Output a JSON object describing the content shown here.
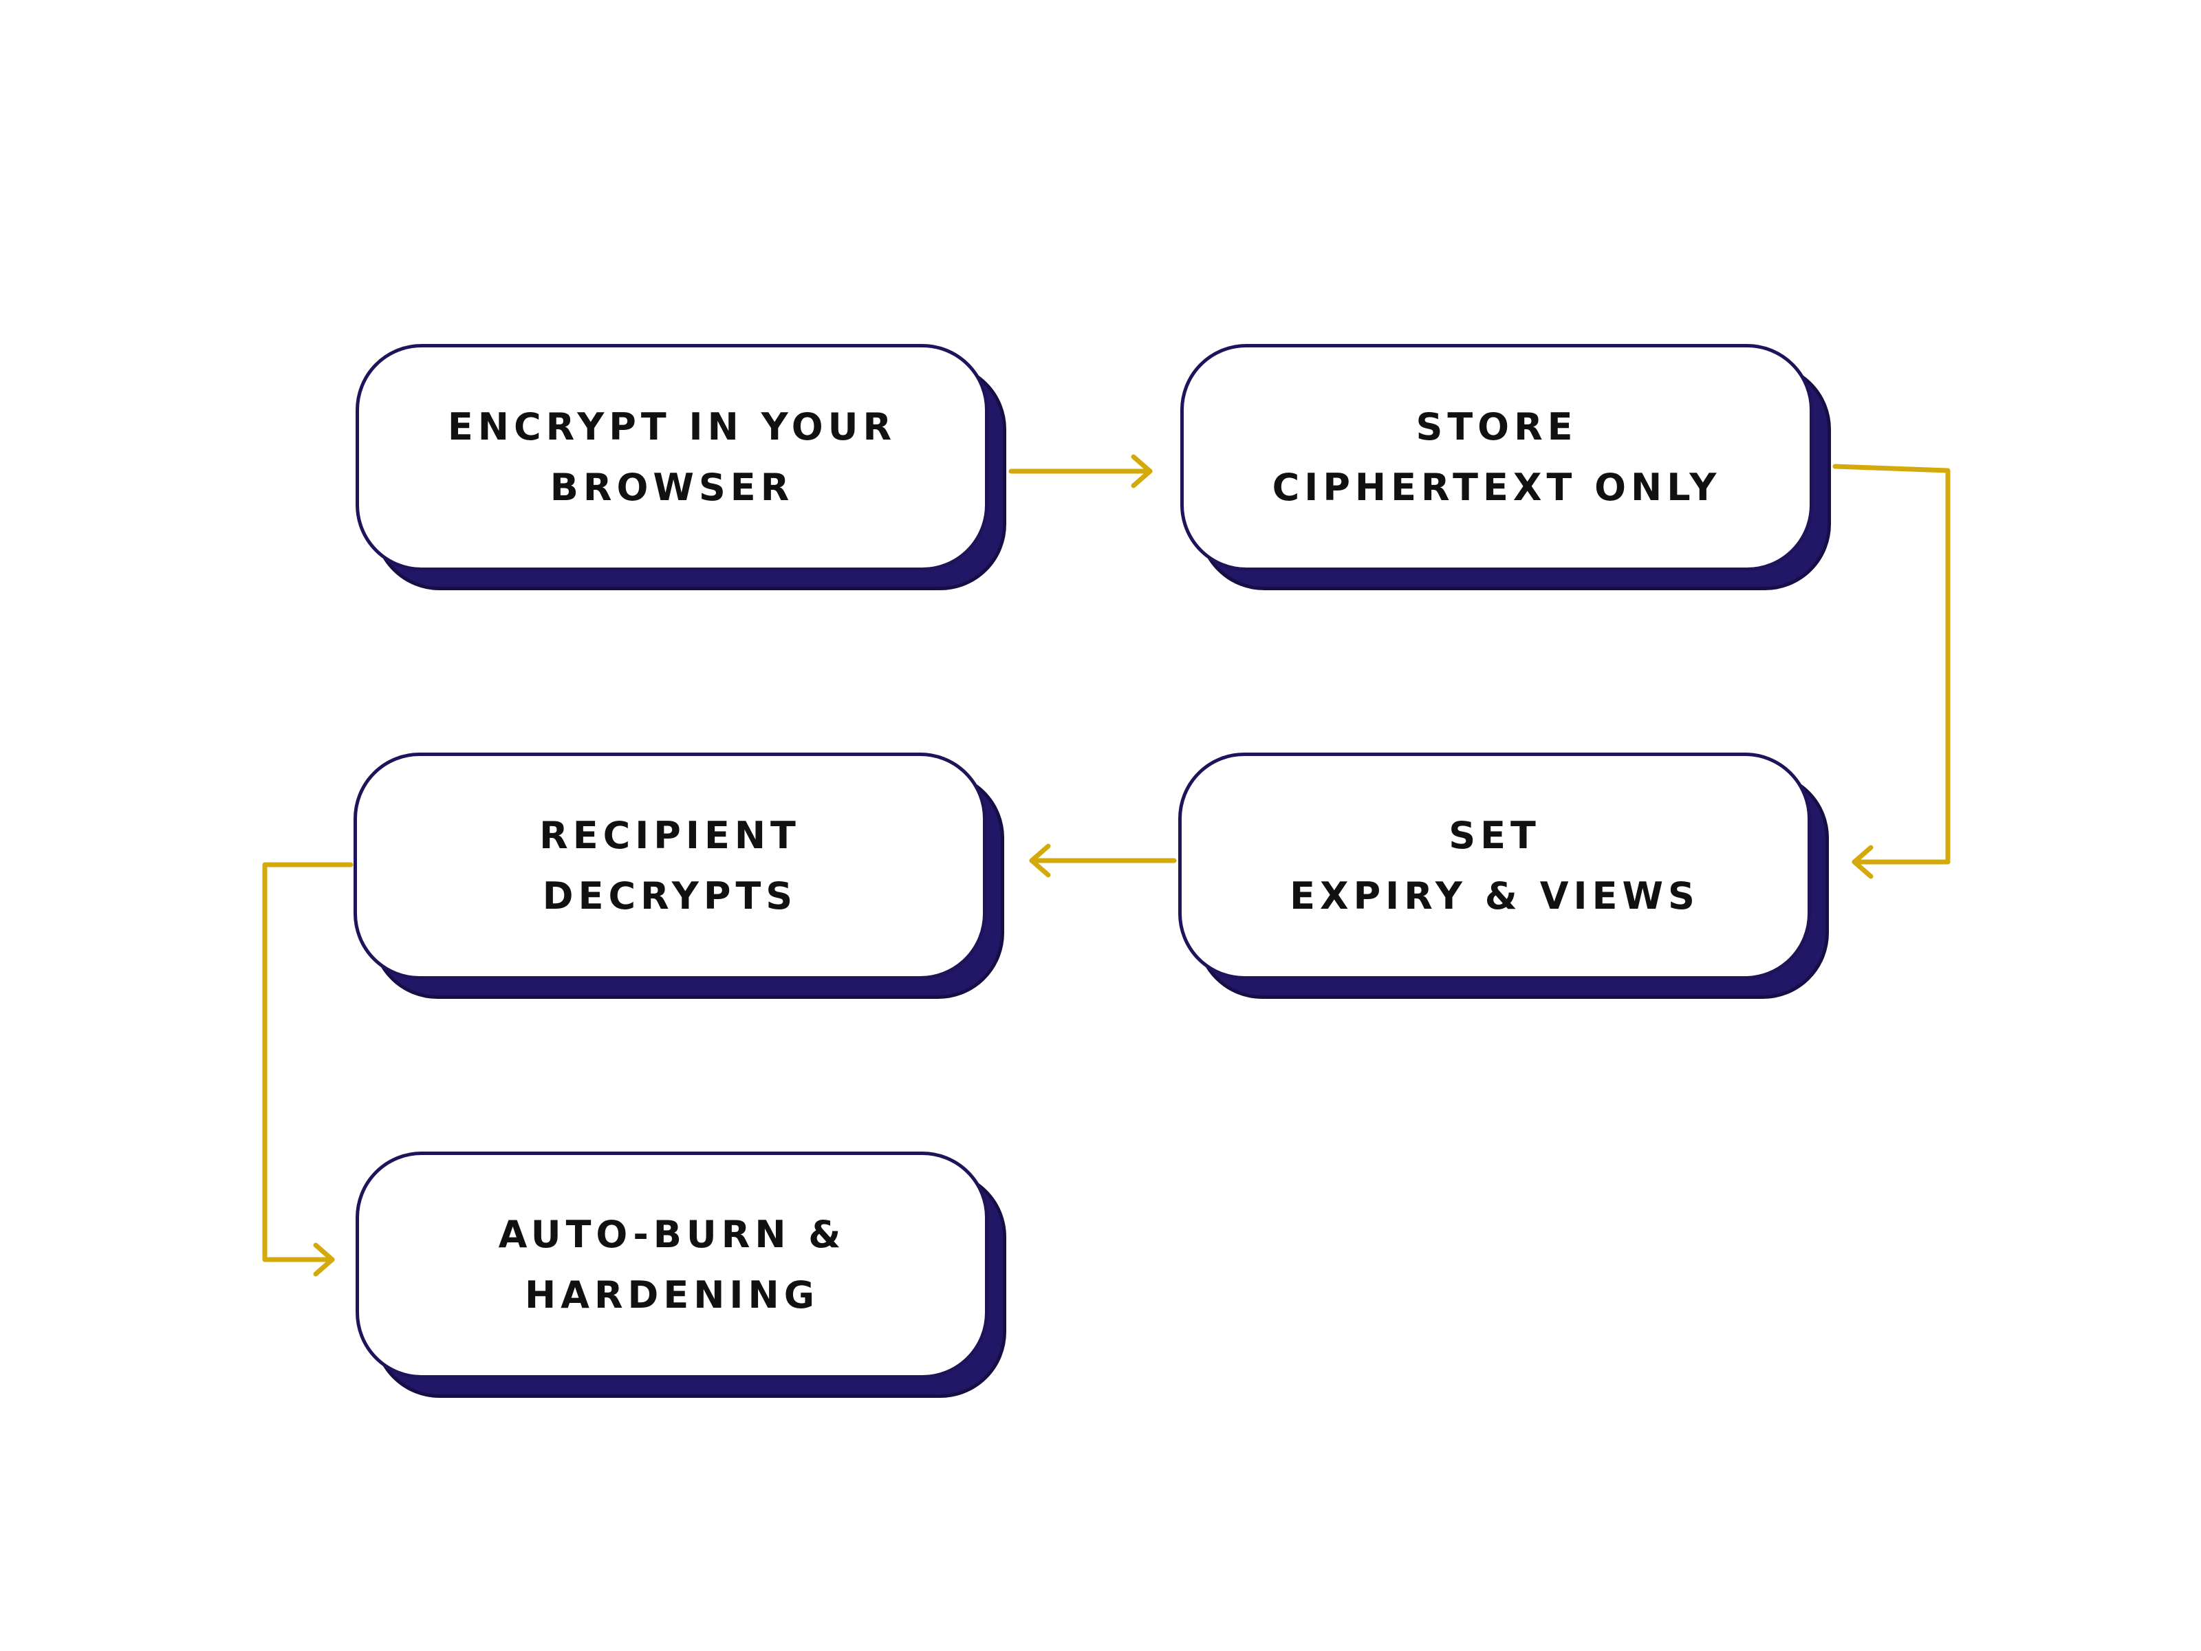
{
  "steps": [
    {
      "id": "encrypt",
      "lines": [
        "ENCRYPT IN YOUR",
        "BROWSER"
      ]
    },
    {
      "id": "store",
      "lines": [
        "STORE",
        "CIPHERTEXT ONLY"
      ]
    },
    {
      "id": "expiry",
      "lines": [
        "SET",
        "EXPIRY & VIEWS"
      ]
    },
    {
      "id": "decrypt",
      "lines": [
        "RECIPIENT",
        "DECRYPTS"
      ]
    },
    {
      "id": "burn",
      "lines": [
        "AUTO-BURN &",
        "HARDENING"
      ]
    }
  ],
  "flow": [
    {
      "from": "encrypt",
      "to": "store"
    },
    {
      "from": "store",
      "to": "expiry"
    },
    {
      "from": "expiry",
      "to": "decrypt"
    },
    {
      "from": "decrypt",
      "to": "burn"
    }
  ],
  "colors": {
    "arrow": "#d4a90c",
    "box_border": "#1e1459",
    "box_shadow": "#221766",
    "text": "#111111",
    "background": "#ffffff"
  }
}
